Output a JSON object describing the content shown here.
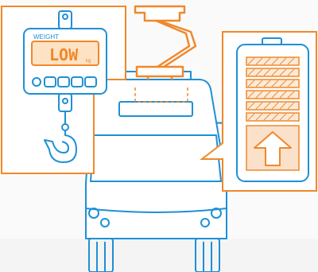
{
  "scale_display": {
    "header": "WEIGHT",
    "reading": "LOW",
    "unit": "kg"
  },
  "colors": {
    "outline_blue": "#1e90d6",
    "accent_orange": "#f0882a",
    "lcd_fill": "#fde2c3",
    "panel_bg": "#ffffff",
    "ground_gray": "#f1f1f1"
  },
  "icons": [
    "crane-scale-icon",
    "hook-icon",
    "pantograph-icon",
    "battery-icon",
    "charging-arrow-icon",
    "electric-bus-icon"
  ],
  "battery": {
    "filled_segments": 6,
    "state": "charging"
  }
}
